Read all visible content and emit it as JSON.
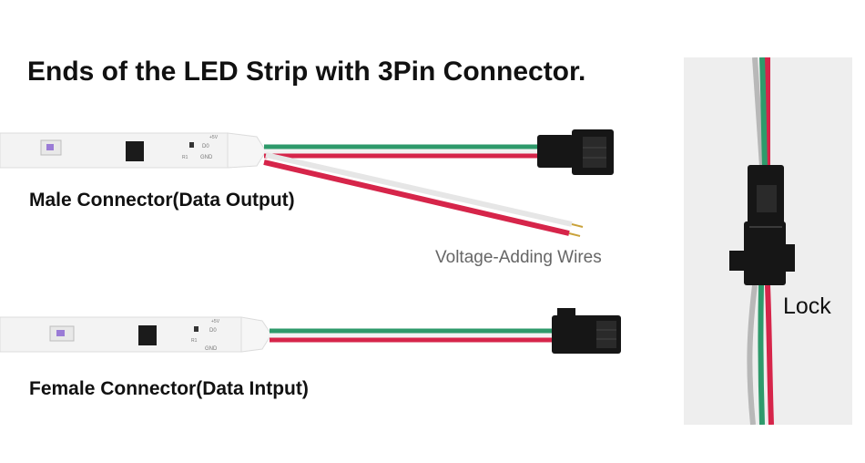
{
  "title": "Ends of the LED Strip with 3Pin Connector.",
  "male_connector_label": "Male Connector(Data Output)",
  "female_connector_label": "Female Connector(Data Intput)",
  "voltage_wires_label": "Voltage-Adding Wires",
  "lock_label": "Lock",
  "strip_markings": {
    "male": [
      "+5V",
      "D0",
      "GND",
      "R1"
    ],
    "female": [
      "+5V",
      "D0",
      "GND",
      "R1"
    ]
  },
  "colors": {
    "wire_red": "#d6254a",
    "wire_green": "#2e9a6b",
    "wire_white": "#f2f2f2",
    "connector_black": "#161616",
    "strip_white": "#f3f3f3",
    "lock_background": "#eeeeee"
  }
}
